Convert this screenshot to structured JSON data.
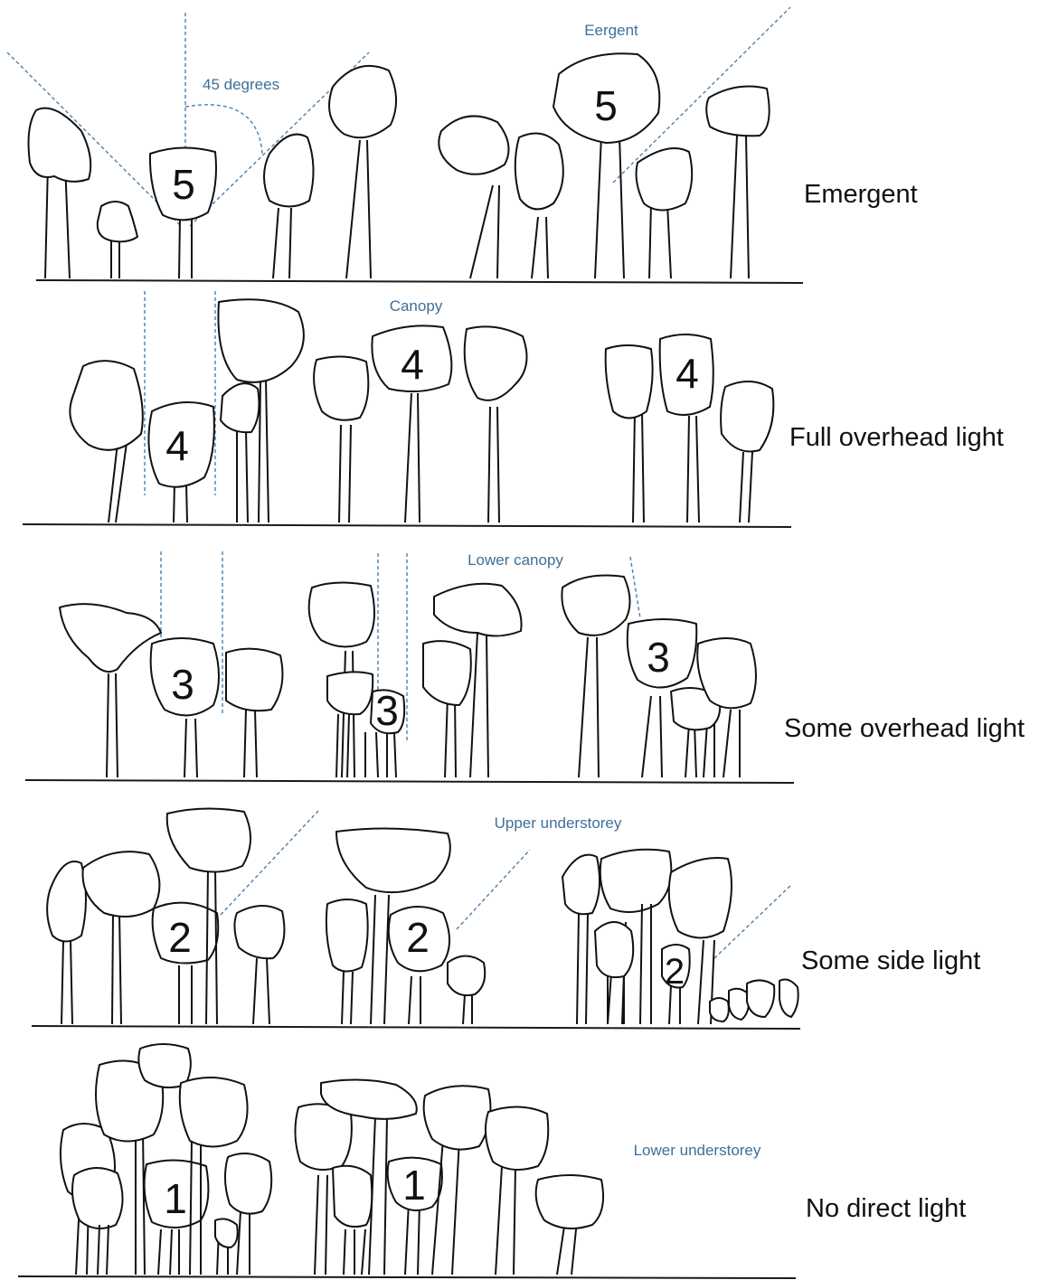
{
  "rows": [
    {
      "layer": "Eergent",
      "light": "Emergent",
      "number": "5",
      "angle_label": "45 degrees"
    },
    {
      "layer": "Canopy",
      "light": "Full overhead light",
      "number": "4"
    },
    {
      "layer": "Lower canopy",
      "light": "Some overhead light",
      "number": "3"
    },
    {
      "layer": "Upper understorey",
      "light": "Some side light",
      "number": "2"
    },
    {
      "layer": "Lower understorey",
      "light": "No direct light",
      "number": "1"
    }
  ],
  "colors": {
    "line": "#111111",
    "guide": "#4a7fb0",
    "layer_text": "#3f6f9a",
    "background": "#ffffff"
  }
}
